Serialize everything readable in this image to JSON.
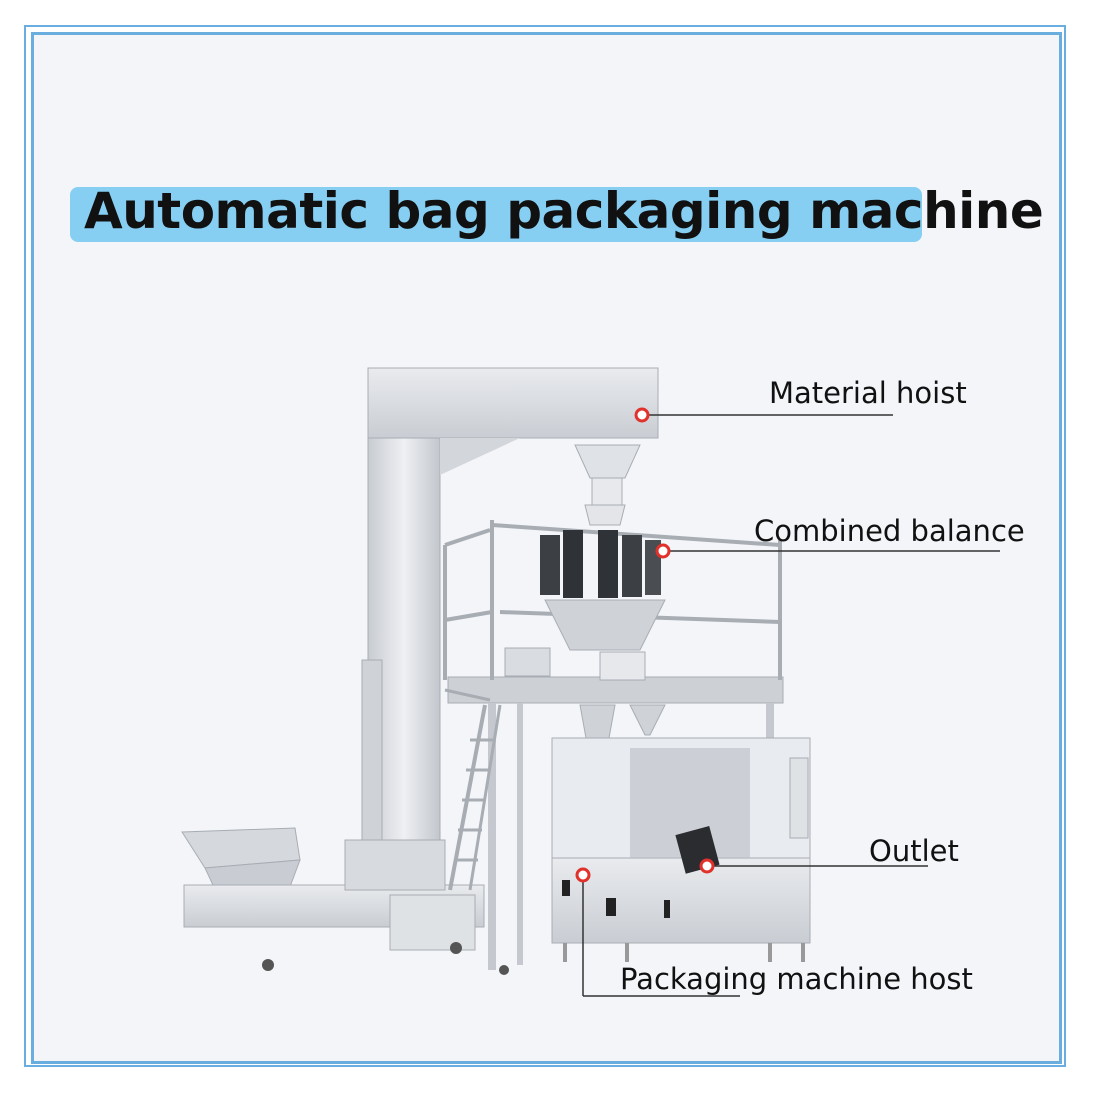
{
  "title": "Automatic bag packaging machine",
  "callouts": [
    {
      "id": "material-hoist",
      "text": "Material hoist"
    },
    {
      "id": "combined-balance",
      "text": "Combined balance"
    },
    {
      "id": "outlet",
      "text": "Outlet"
    },
    {
      "id": "packaging-machine-host",
      "text": "Packaging machine host"
    }
  ],
  "colors": {
    "frame_border": "#6aaee0",
    "title_highlight": "#86cff3",
    "callout_dot": "#e0312b",
    "steel": "#d8dbe0"
  }
}
